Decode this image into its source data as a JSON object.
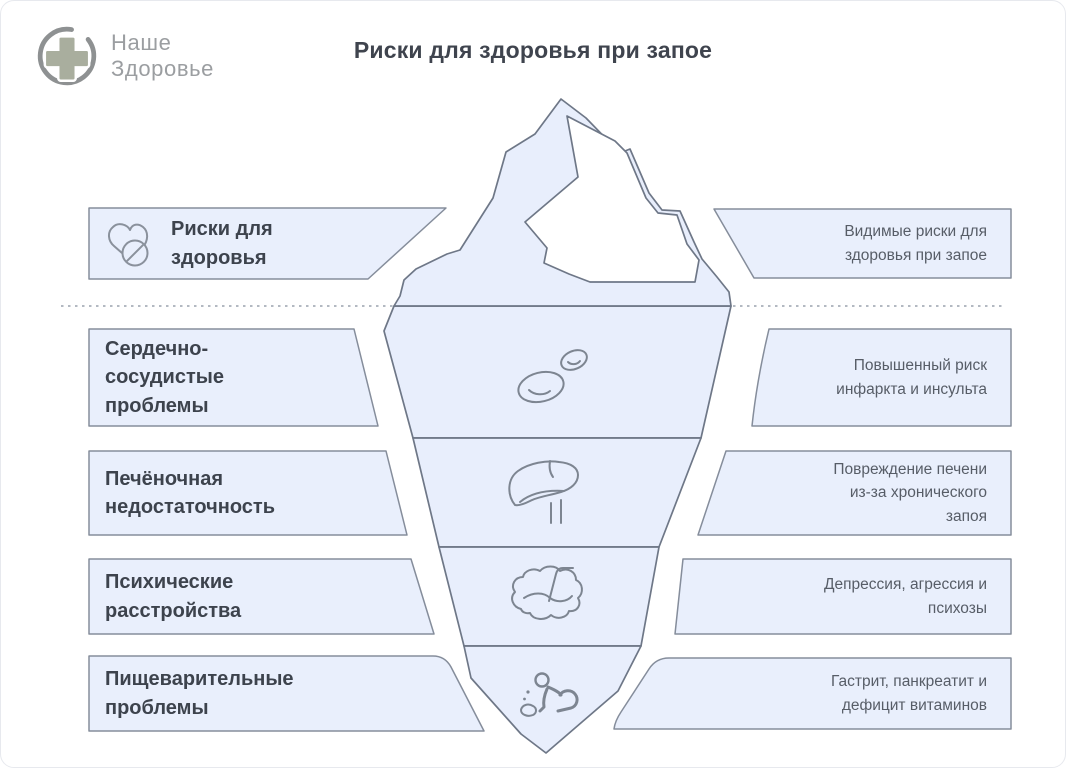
{
  "brand": {
    "name": "Наше\nЗдоровье",
    "logo_icon": "medical-cross-in-ring-icon"
  },
  "title": "Риски для здоровья при запое",
  "rows": [
    {
      "label": "Риски для\nздоровья",
      "description": "Видимые риски для\nздоровья при запое",
      "icon": "heart-ban-icon",
      "zone": "above-waterline"
    },
    {
      "label": "Сердечно-\nсосудистые\nпроблемы",
      "description": "Повышенный риск\nинфаркта и инсульта",
      "icon": "blood-cells-icon",
      "zone": "below-waterline"
    },
    {
      "label": "Печёночная\nнедостаточность",
      "description": "Повреждение печени\nиз-за хронического\nзапоя",
      "icon": "liver-icon",
      "zone": "below-waterline"
    },
    {
      "label": "Психические\nрасстройства",
      "description": "Депрессия, агрессия и\nпсихозы",
      "icon": "brain-icon",
      "zone": "below-waterline"
    },
    {
      "label": "Пищеварительные\nпроблемы",
      "description": "Гастрит, панкреатит и\nдефицит витаминов",
      "icon": "vomiting-person-icon",
      "zone": "below-waterline"
    }
  ],
  "colors": {
    "box_fill": "#e9effc",
    "box_border": "#858d9b",
    "iceberg_fill": "#e8eefc",
    "iceberg_stroke": "#6e7787",
    "highlight_fill": "#ffffff",
    "title_text": "#3f444e",
    "label_text": "#3d434d",
    "description_text": "#575d67",
    "brand_text": "#9b9ea1",
    "logo_cross": "#a9ae9e",
    "logo_ring": "#8e9192",
    "waterline": "#9aa2ae",
    "icon_stroke": "#7d8591"
  }
}
